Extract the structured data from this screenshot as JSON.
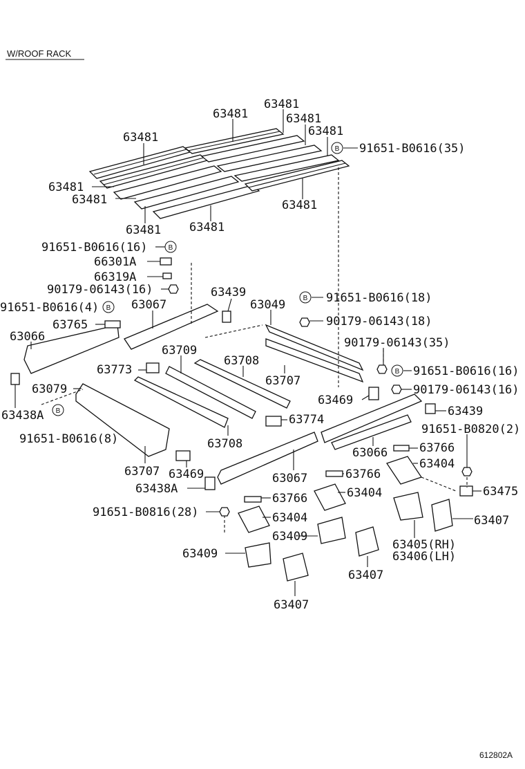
{
  "header": {
    "title": "W/ROOF RACK"
  },
  "figure_id": "612802A",
  "marker_letter": "B",
  "callouts": {
    "c01": "63481",
    "c02": "63481",
    "c03": "63481",
    "c04": "63481",
    "c05": "63481",
    "c06": "91651-B0616(35)",
    "c07": "63481",
    "c08": "63481",
    "c09": "63481",
    "c10": "63481",
    "c11": "63481",
    "c12": "91651-B0616(16)",
    "c13": "66301A",
    "c14": "66319A",
    "c15": "90179-06143(16)",
    "c16": "63439",
    "c17": "91651-B0616(4)",
    "c18": "63067",
    "c19": "63049",
    "c20": "91651-B0616(18)",
    "c21": "63765",
    "c22": "90179-06143(18)",
    "c23": "63066",
    "c24": "63709",
    "c25": "90179-06143(35)",
    "c26": "63708",
    "c27": "63773",
    "c28": "91651-B0616(16)",
    "c29": "63707",
    "c30": "63079",
    "c31": "90179-06143(16)",
    "c32": "63469",
    "c33": "63438A",
    "c34": "63439",
    "c35": "63774",
    "c36": "91651-B0616(8)",
    "c37": "91651-B0820(2)",
    "c38": "63708",
    "c39": "63766",
    "c40": "63066",
    "c41": "63404",
    "c42": "63707",
    "c43": "63469",
    "c44": "63067",
    "c45": "63766",
    "c46": "63438A",
    "c47": "63475",
    "c48": "63766",
    "c49": "63404",
    "c50": "91651-B0816(28)",
    "c51": "63404",
    "c52": "63407",
    "c53": "63409",
    "c54": "63405(RH)",
    "c55": "63406(LH)",
    "c56": "63409",
    "c57": "63407",
    "c58": "63407"
  }
}
